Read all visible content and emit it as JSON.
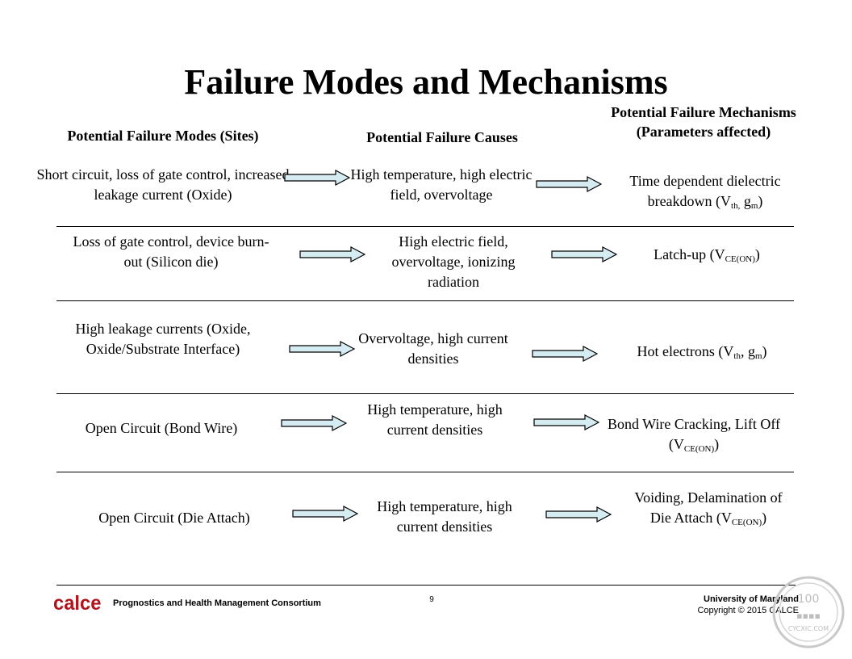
{
  "slide": {
    "title": "Failure Modes and Mechanisms",
    "page_number": "9"
  },
  "headers": {
    "modes": "Potential Failure Modes (Sites)",
    "causes": "Potential Failure Causes",
    "mechanisms": "Potential Failure Mechanisms (Parameters affected)"
  },
  "rows": [
    {
      "mode": "Short circuit, loss of gate control, increased leakage current (Oxide)",
      "cause": "High temperature, high electric field, overvoltage",
      "mechanism": "Time dependent dielectric breakdown (Vth, gm)"
    },
    {
      "mode": "Loss of gate control, device burn-out (Silicon die)",
      "cause": "High electric field, overvoltage, ionizing radiation",
      "mechanism": "Latch-up (VCE(ON))"
    },
    {
      "mode": "High leakage currents (Oxide, Oxide/Substrate Interface)",
      "cause": "Overvoltage, high current densities",
      "mechanism": "Hot electrons (Vth, gm)"
    },
    {
      "mode": "Open Circuit (Bond Wire)",
      "cause": "High temperature, high current densities",
      "mechanism": "Bond Wire Cracking, Lift Off (VCE(ON))"
    },
    {
      "mode": "Open Circuit (Die Attach)",
      "cause": "High temperature, high current densities",
      "mechanism": "Voiding, Delamination of Die Attach (VCE(ON))"
    }
  ],
  "footer": {
    "logo_text": "calce",
    "consortium": "Prognostics and Health Management Consortium",
    "university": "University of Maryland",
    "copyright": "Copyright © 2015 CALCE"
  },
  "colors": {
    "arrow_fill": "#d4ecf2",
    "arrow_stroke": "#000000",
    "logo_red": "#b0141c"
  },
  "icons": {
    "arrow": "right-arrow-icon",
    "stamp": "watermark-stamp-icon"
  }
}
